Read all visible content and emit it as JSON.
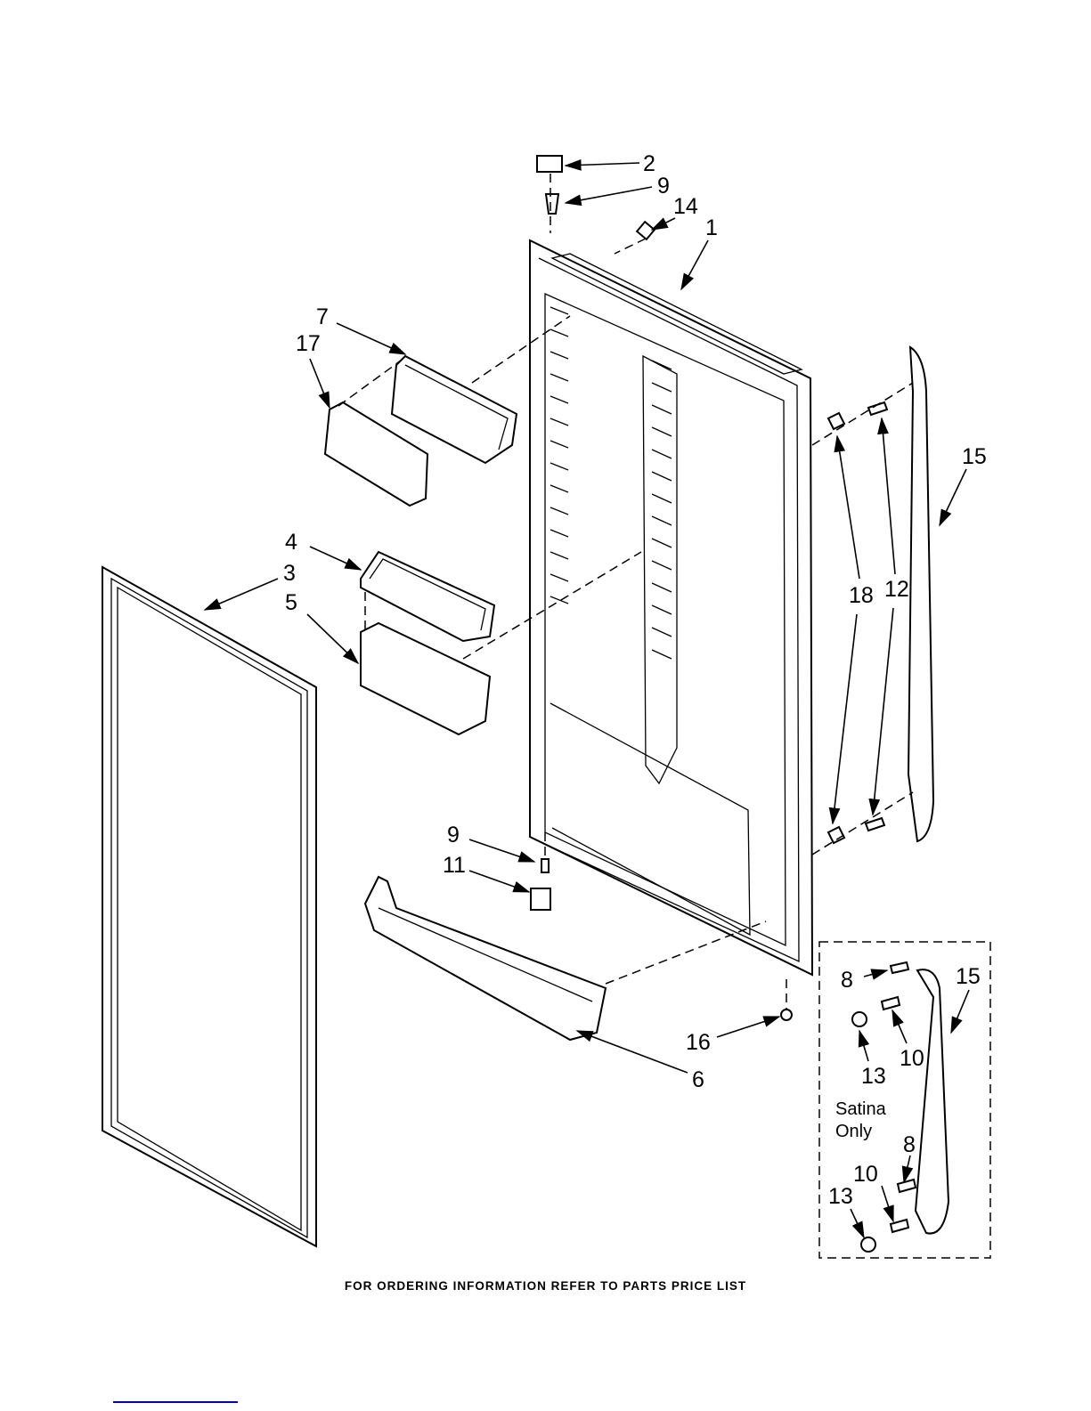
{
  "callouts": {
    "door_hinge_top": "2",
    "bushing_top": "9",
    "label_14": "14",
    "door_assembly": "1",
    "bin_7": "7",
    "bin_cover_17": "17",
    "handle_15": "15",
    "shelf_4": "4",
    "gasket_3": "3",
    "bin_5": "5",
    "clip_18": "18",
    "screw_12": "12",
    "bushing_bottom": "9",
    "hinge_11": "11",
    "screw_8_a": "8",
    "handle_15_satina": "15",
    "plug_16": "16",
    "screw_10_a": "10",
    "cap_13_a": "13",
    "bin_6": "6",
    "screw_8_b": "8",
    "screw_10_b": "10",
    "cap_13_b": "13"
  },
  "satina_note": [
    "Satina",
    "Only"
  ],
  "footer": "FOR ORDERING INFORMATION REFER TO PARTS PRICE LIST"
}
